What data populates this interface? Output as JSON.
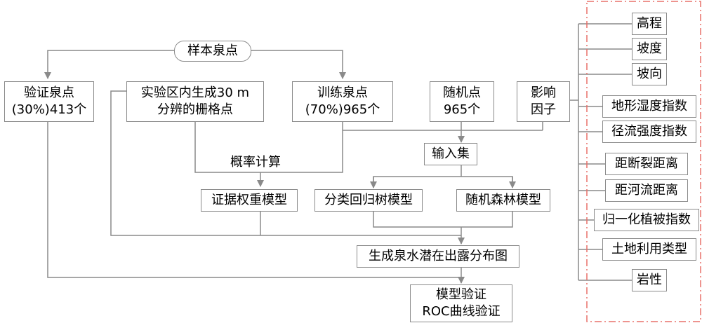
{
  "sample": "样本泉点",
  "validation": {
    "line1": "验证泉点",
    "line2": "(30%)413个"
  },
  "grid": {
    "line1": "实验区内生成30 m",
    "line2": "分辨的栅格点"
  },
  "training": {
    "line1": "训练泉点",
    "line2": "(70%)965个"
  },
  "random": {
    "line1": "随机点",
    "line2": "965个"
  },
  "influence": {
    "line1": "影响",
    "line2": "因子"
  },
  "probability_label": "概率计算",
  "input_set": "输入集",
  "woe_model": "证据权重模型",
  "cart_model": "分类回归树模型",
  "rf_model": "随机森林模型",
  "map_output": "生成泉水潜在出露分布图",
  "verify": {
    "line1": "模型验证",
    "line2": "ROC曲线验证"
  },
  "factors": [
    "高程",
    "坡度",
    "坡向",
    "地形湿度指数",
    "径流强度指数",
    "距断裂距离",
    "距河流距离",
    "归一化植被指数",
    "土地利用类型",
    "岩性"
  ],
  "colors": {
    "border": "#8a8a8a",
    "line": "#8a8a8a",
    "dashed_frame": "#e8706a"
  }
}
